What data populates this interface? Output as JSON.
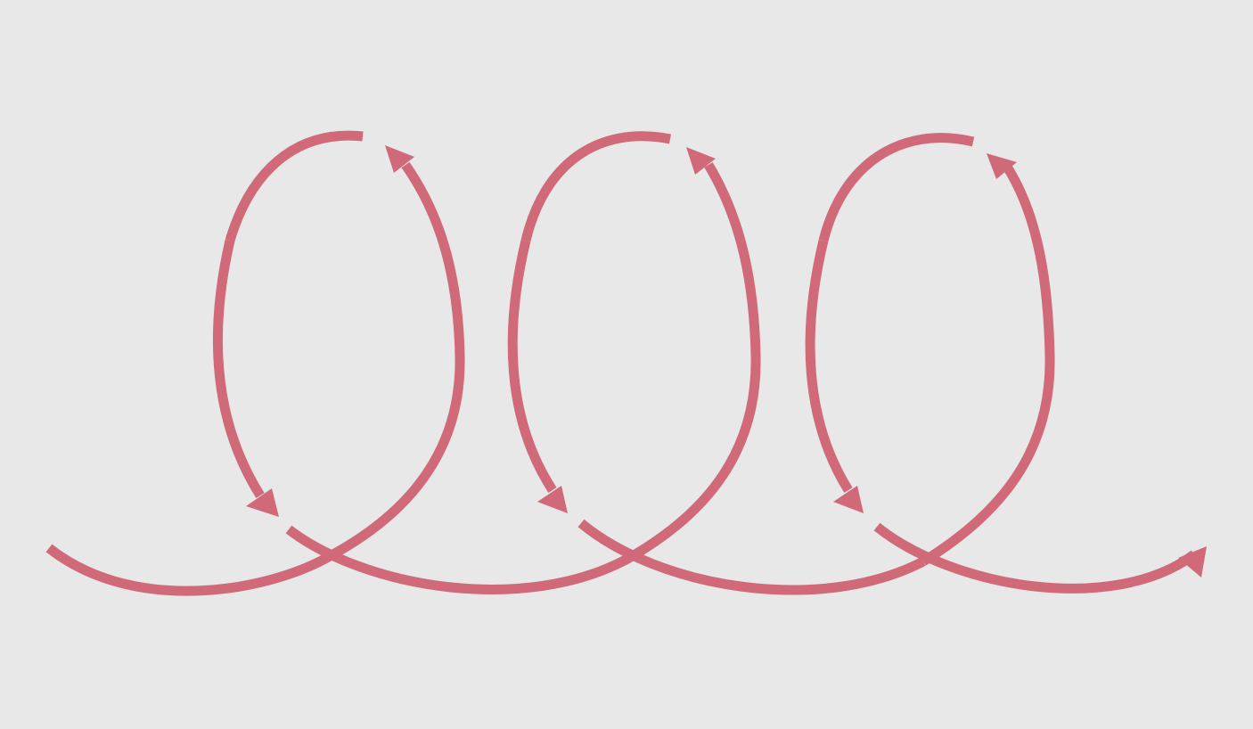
{
  "diagram": {
    "type": "looping-arrow-cycle",
    "loop_count": 3,
    "colors": {
      "background": "#e8e8e8",
      "arrow": "#d06a78"
    },
    "arrowheads": [
      "up-arrowhead",
      "down-arrowhead",
      "right-arrowhead"
    ]
  }
}
